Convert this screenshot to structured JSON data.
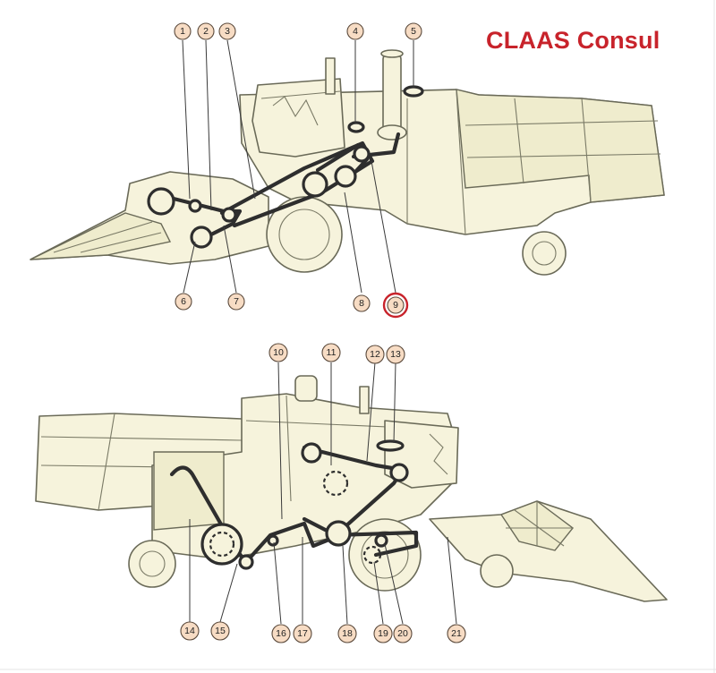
{
  "title": "CLAAS Consul",
  "colors": {
    "title": "#c8232b",
    "machine_fill": "#f6f3dc",
    "callout_fill": "#f7dcc4",
    "highlight": "#c8232b",
    "belt": "#2e2e2e"
  },
  "highlighted_callout": "9",
  "top_callouts": [
    "1",
    "2",
    "3",
    "4",
    "5",
    "6",
    "7",
    "8",
    "9"
  ],
  "bottom_callouts": [
    "10",
    "11",
    "12",
    "13",
    "14",
    "15",
    "16",
    "17",
    "18",
    "19",
    "20",
    "21"
  ]
}
